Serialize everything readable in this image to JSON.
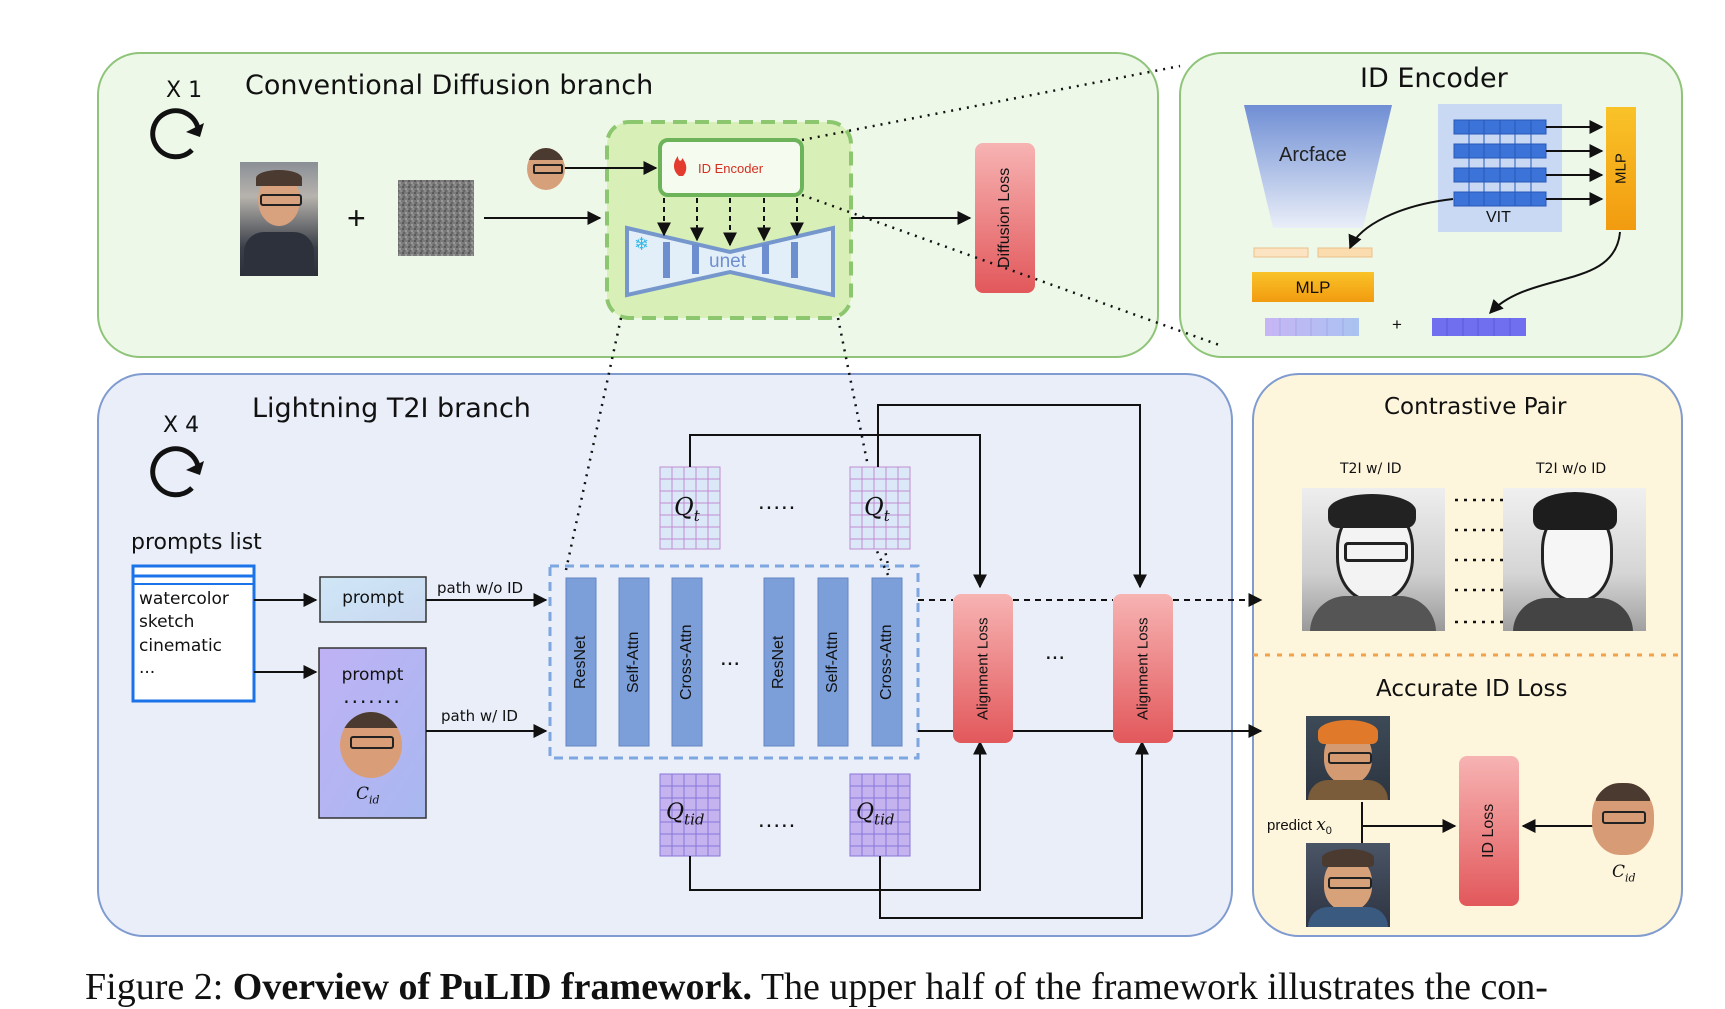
{
  "top_panel": {
    "repeat": "X 1",
    "title": "Conventional Diffusion branch",
    "plus": "+",
    "id_encoder_label": "ID Encoder",
    "unet_label": "unet",
    "diffusion_loss": "Diffusion Loss"
  },
  "id_encoder_panel": {
    "title": "ID Encoder",
    "arcface": "Arcface",
    "vit": "VIT",
    "mlp_vertical": "MLP",
    "mlp_horizontal": "MLP",
    "plus": "+"
  },
  "bottom_panel": {
    "repeat": "X 4",
    "title": "Lightning T2I branch",
    "prompts_list_title": "prompts list",
    "prompts": [
      "watercolor",
      "sketch",
      "cinematic",
      "..."
    ],
    "prompt_box": "prompt",
    "prompt_box_id": "prompt",
    "dots": ".......",
    "cid": "C",
    "cid_sub": "id",
    "path_wo_id": "path w/o ID",
    "path_w_id": "path w/ ID",
    "layers": [
      "ResNet",
      "Self-Attn",
      "Cross-Attn",
      "ResNet",
      "Self-Attn",
      "Cross-Attn"
    ],
    "ellipsis": "...",
    "q_t": "Q",
    "q_t_sub": "t",
    "q_tid": "Q",
    "q_tid_sub": "tid",
    "q_dots": ".....",
    "alignment_loss_1": "Alignment Loss",
    "alignment_loss_2": "Alignment Loss",
    "between_losses": "..."
  },
  "right_panel": {
    "contrastive_title": "Contrastive Pair",
    "with_id": "T2I w/ ID",
    "without_id": "T2I w/o ID",
    "accurate_title": "Accurate ID Loss",
    "predict": "predict ",
    "predict_var": "x",
    "predict_sub": "0",
    "id_loss": "ID Loss",
    "cid": "C",
    "cid_sub": "id"
  },
  "caption": {
    "prefix": "Figure 2: ",
    "bold": "Overview of PuLID framework.",
    "rest": " The upper half of the framework illustrates the con-"
  },
  "colors": {
    "top_panel_bg": "#eef8e9",
    "top_panel_border": "#8fc47a",
    "bottom_panel_bg": "#eaeef9",
    "bottom_panel_border": "#7f9bcf",
    "right_panel_bg": "#fdf5dc",
    "layer_blue": "#7c9fd9",
    "loss_red": "#e86a6a",
    "mlp_orange": "#f7b21a",
    "unet_green": "#d8f0b8"
  }
}
